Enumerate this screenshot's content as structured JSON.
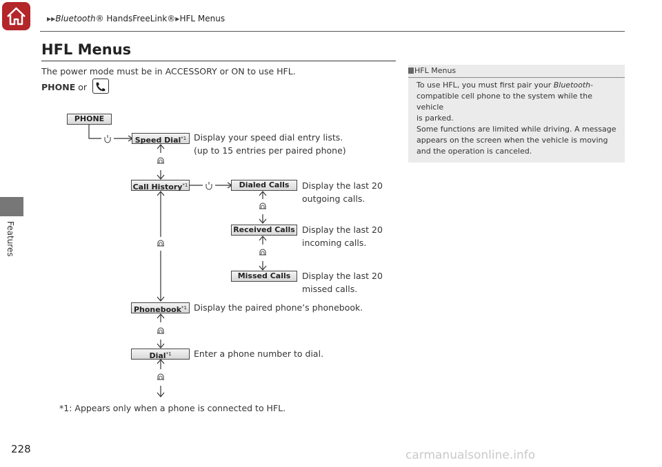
{
  "breadcrumb": {
    "part1": "Bluetooth",
    "part2": "® HandsFreeLink®",
    "part3": "HFL Menus"
  },
  "side_label": "Features",
  "page_number": "228",
  "title": "HFL Menus",
  "intro": {
    "line1": "The power mode must be in ACCESSORY or ON to use HFL.",
    "phone": "PHONE",
    "or": " or "
  },
  "menu": {
    "phone": "PHONE",
    "speed_dial": "Speed Dial",
    "call_history": "Call History",
    "dialed_calls": "Dialed Calls",
    "received_calls": "Received Calls",
    "missed_calls": "Missed Calls",
    "phonebook": "Phonebook",
    "dial": "Dial",
    "mark": "*1"
  },
  "desc": {
    "speed_dial_1": "Display your speed dial entry lists.",
    "speed_dial_2": "(up to 15 entries per paired phone)",
    "dialed_1": "Display the last 20",
    "dialed_2": "outgoing calls.",
    "received_1": "Display the last 20",
    "received_2": "incoming calls.",
    "missed_1": "Display the last 20",
    "missed_2": "missed calls.",
    "phonebook": "Display the paired phone’s phonebook.",
    "dial": "Enter a phone number to dial."
  },
  "footnote": "*1: Appears only when a phone is connected to HFL.",
  "sidebar": {
    "heading": "HFL Menus",
    "p1a": "To use HFL, you must first pair your ",
    "p1b": "Bluetooth",
    "p1c": "-",
    "p1d": "compatible cell phone to the system while the vehicle",
    "p1e": "is parked.",
    "p2a": "Some functions are limited while driving. A message",
    "p2b": "appears on the screen when the vehicle is moving",
    "p2c": "and the operation is canceled."
  },
  "watermark": "carmanualsonline.info",
  "colors": {
    "home_button": "#b3262a",
    "side_tab": "#777777",
    "sidebar_bg": "#ebebeb"
  }
}
